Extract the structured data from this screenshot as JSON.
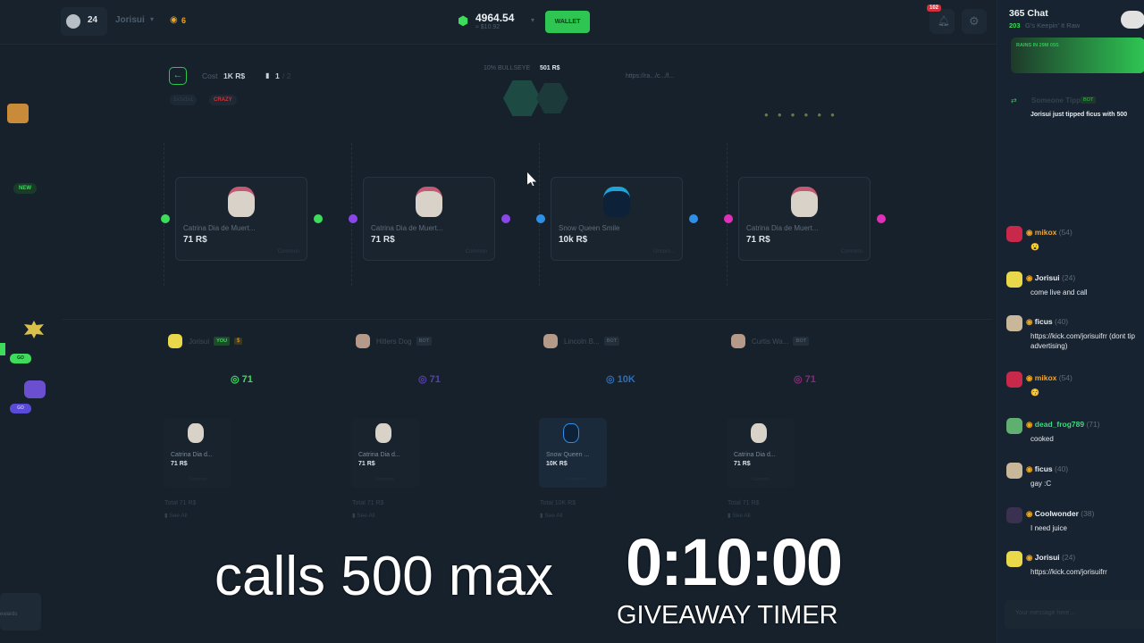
{
  "header": {
    "level": "24",
    "username": "Jorisui",
    "coins": "6",
    "balance": "4964.54",
    "balance_usd": "≈ $10.92",
    "wallet_label": "WALLET",
    "notif_count": "102"
  },
  "game": {
    "cost_label": "Cost",
    "cost_value": "1K R$",
    "players_current": "1",
    "players_sep": "/ 2",
    "mode_tag": "1v1v1v1",
    "crazy_tag": "CRAZY",
    "bullseye_label": "10% BULLSEYE",
    "bullseye_value": "501 R$",
    "new_badge": "NEW",
    "link_partial": "https://ra.../c.../f..."
  },
  "rounds": [
    {
      "name": "Catrina Dia de Muert...",
      "price": "71 R$",
      "rarity": "Common",
      "color": "#3ddc5a"
    },
    {
      "name": "Catrina Dia de Muert...",
      "price": "71 R$",
      "rarity": "Common",
      "color": "#8b46e8"
    },
    {
      "name": "Snow Queen Smile",
      "price": "10k R$",
      "rarity": "Uncom...",
      "color": "#2f8fe6"
    },
    {
      "name": "Catrina Dia de Muert...",
      "price": "71 R$",
      "rarity": "Common",
      "color": "#e02fb8"
    }
  ],
  "players": [
    {
      "name": "Jorisui",
      "tag": "YOU",
      "extra": "$",
      "total": "71",
      "color": "#3ddc5a"
    },
    {
      "name": "Hitlers Dog",
      "tag": "BOT",
      "total": "71",
      "color": "#5a3fb0"
    },
    {
      "name": "Lincoln B...",
      "tag": "BOT",
      "total": "10K",
      "color": "#2d6fb8"
    },
    {
      "name": "Curtis Wa...",
      "tag": "BOT",
      "total": "71",
      "color": "#8a2a7a"
    }
  ],
  "won": [
    {
      "name": "Catrina Dia d...",
      "price": "71 R$",
      "rarity": "Common",
      "total": "Total 71 R$",
      "see_all": "See All"
    },
    {
      "name": "Catrina Dia d...",
      "price": "71 R$",
      "rarity": "Common",
      "total": "Total 71 R$",
      "see_all": "See All"
    },
    {
      "name": "Snow Queen ...",
      "price": "10K R$",
      "rarity": "Uncommon",
      "total": "Total 10K R$",
      "see_all": "See All"
    },
    {
      "name": "Catrina Dia d...",
      "price": "71 R$",
      "rarity": "Common",
      "total": "Total 71 R$",
      "see_all": "See All"
    }
  ],
  "sidebar": {
    "go1": "GO",
    "go2": "GO",
    "rewards": "ewards"
  },
  "chat": {
    "title": "365 Chat",
    "online": "203",
    "online_label": "G's Keepin' It Raw",
    "rain_label": "RAINS IN 29M 05S",
    "tip_title": "Someone Tipped",
    "tip_tag": "BOT",
    "tip_text": "Jorisui just tipped ficus with 500",
    "placeholder": "Your message here...",
    "messages": [
      {
        "user": "mikox",
        "level": "(54)",
        "text": "😮",
        "color": "#f0a531"
      },
      {
        "user": "Jorisui",
        "level": "(24)",
        "text": "come live and call",
        "color": "#e8eef3"
      },
      {
        "user": "ficus",
        "level": "(40)",
        "text": "https://kick.com/jorisuifrr (dont tip advertising)",
        "color": "#e8eef3"
      },
      {
        "user": "mikox",
        "level": "(54)",
        "text": "😚",
        "color": "#f0a531"
      },
      {
        "user": "dead_frog789",
        "level": "(71)",
        "text": "cooked",
        "color": "#3ddc7a"
      },
      {
        "user": "ficus",
        "level": "(40)",
        "text": "gay :C",
        "color": "#e8eef3"
      },
      {
        "user": "Coolwonder",
        "level": "(38)",
        "text": "I need juice",
        "color": "#e8eef3"
      },
      {
        "user": "Jorisui",
        "level": "(24)",
        "text": "https://kick.com/jorisuifrr",
        "color": "#e8eef3"
      }
    ]
  },
  "overlay": {
    "calls": "calls 500 max",
    "timer": "0:10:00",
    "timer_label": "GIVEAWAY TIMER"
  }
}
